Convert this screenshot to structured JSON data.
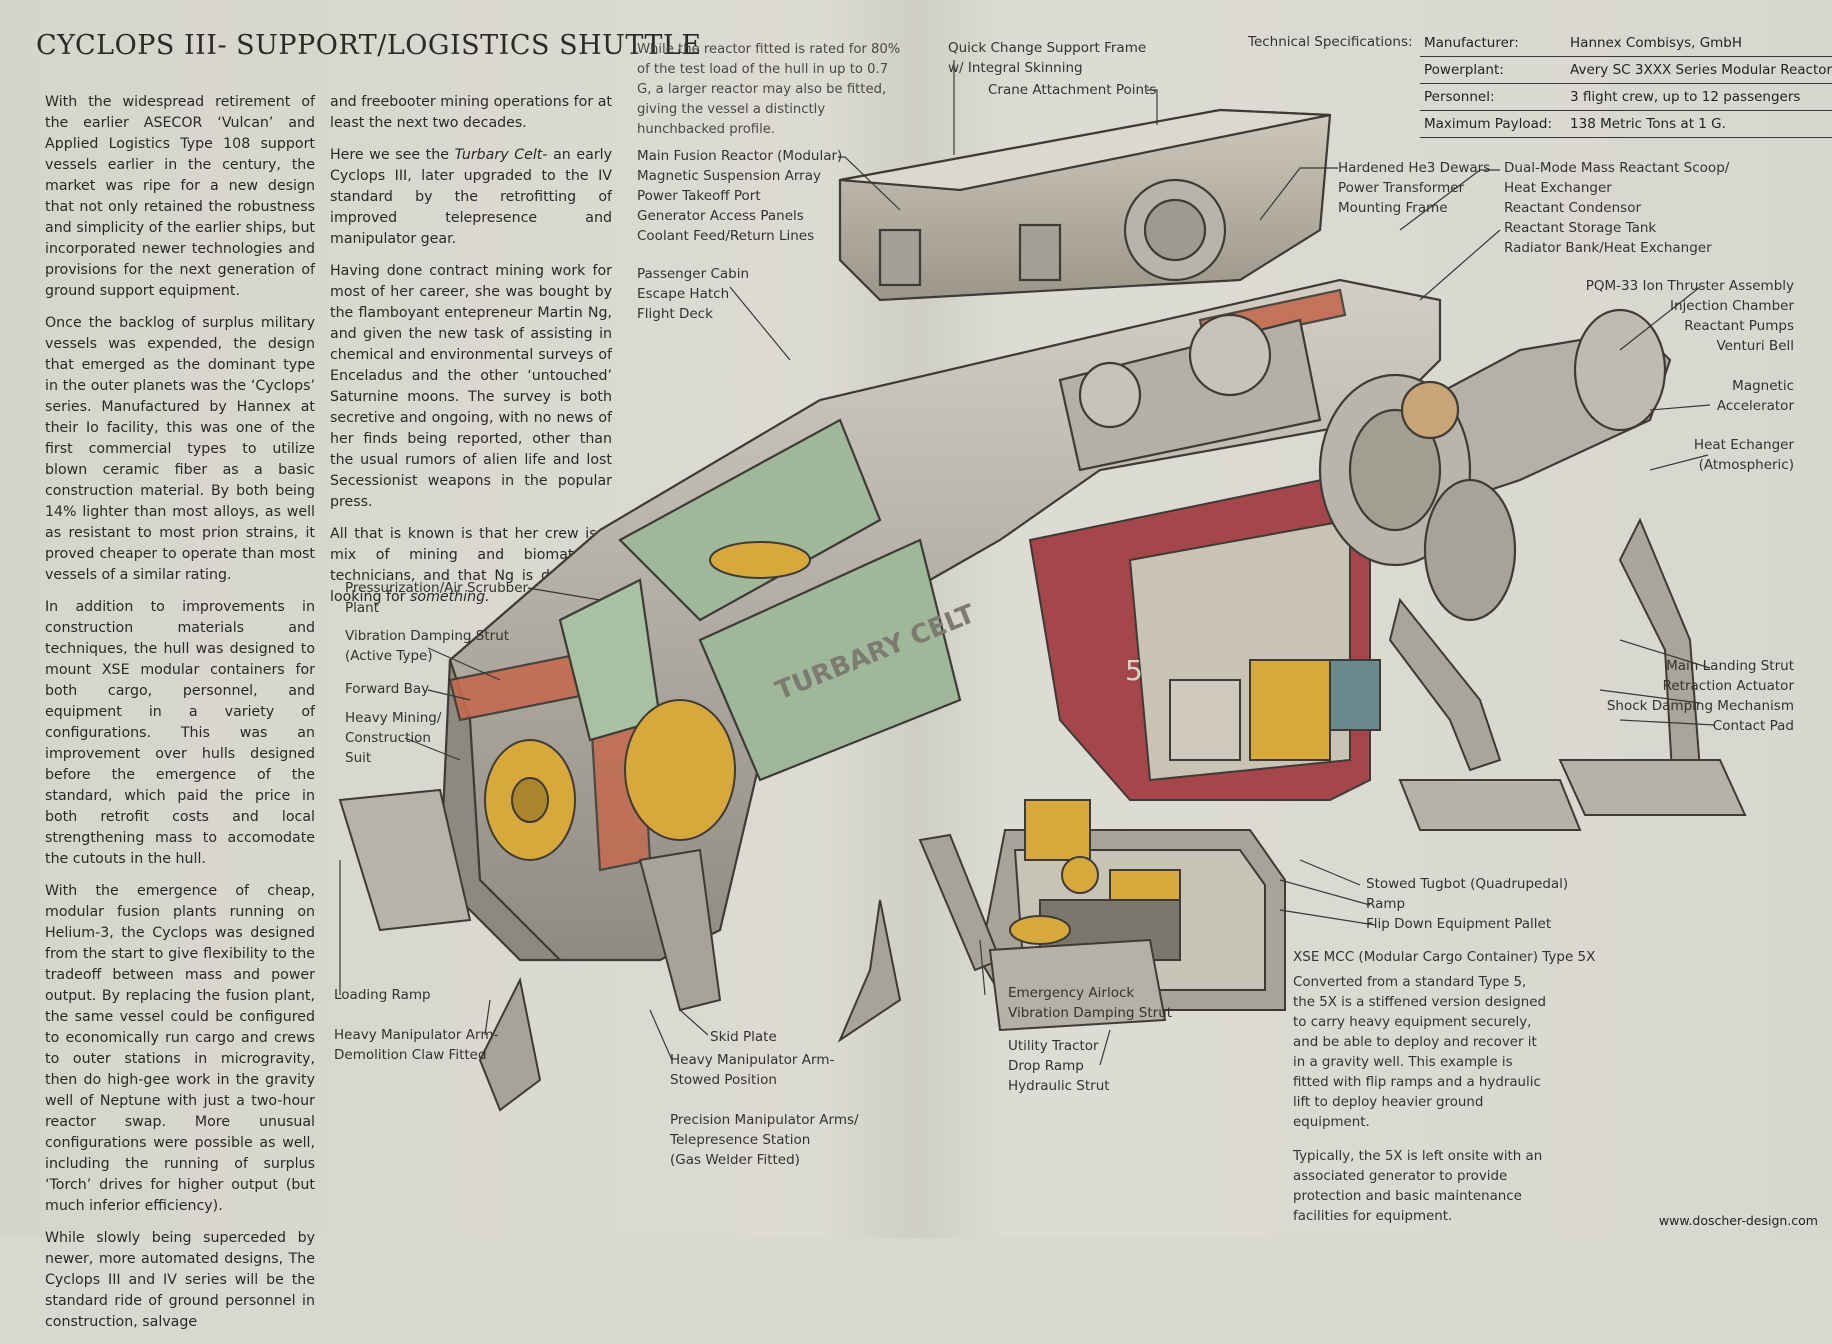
{
  "title": "CYCLOPS III- SUPPORT/LOGISTICS SHUTTLE",
  "column1": [
    "With the widespread retirement of the earlier ASECOR ‘Vulcan’ and Applied Logistics Type 108 support vessels earlier in the century, the market was ripe for a new design that not only retained the robustness and simplicity of the earlier ships, but incorporated newer technologies and provisions for the next generation of ground support equipment.",
    "Once the backlog of surplus military vessels was expended, the design that emerged as the dominant type in the outer planets was the ‘Cyclops’ series. Manufactured by Hannex at their Io facility, this was one of the first commercial types to utilize blown ceramic fiber as a basic construction material. By both being 14% lighter than most alloys, as well as resistant to most prion strains, it proved cheaper to operate than most vessels of a similar rating.",
    "In addition to improvements in construction materials and techniques, the hull was designed to mount XSE modular containers for both cargo, personnel, and equipment in a variety of configurations. This was an improvement over hulls designed before the emergence of the standard, which paid the price in both retrofit costs and local strengthening mass to accomodate the cutouts in the hull.",
    "With the emergence of cheap, modular fusion plants running on Helium-3, the Cyclops was designed from the start to give flexibility to the tradeoff between mass and power output. By replacing the fusion plant, the same vessel could be configured to economically run cargo and crews to outer stations in microgravity, then do high-gee work in the gravity well of Neptune with just a two-hour reactor swap. More unusual configurations were possible as well, including the running of surplus ‘Torch’ drives for higher output (but much inferior efficiency).",
    "While slowly being superceded by newer, more automated designs, The Cyclops III and IV series will be the standard ride of ground personnel in construction, salvage"
  ],
  "column2": {
    "p1": "and freebooter mining operations for at least the next two decades.",
    "p2_pre": "Here we see the ",
    "p2_em": "Turbary Celt",
    "p2_post": "- an early Cyclops III, later upgraded to the IV standard by the retrofitting of improved telepresence and manipulator gear.",
    "p3": "Having done contract mining work for most of her career, she was bought by the flamboyant entepreneur Martin Ng, and given the new task of assisting in chemical and environmental surveys of Enceladus and the other ‘untouched’ Saturnine moons. The survey is both secretive and ongoing, with no news of her finds being reported, other than the usual rumors of alien life and lost Secessionist weapons in the popular press.",
    "p4_pre": "All that is known is that her crew is a mix of mining and biomaterials technicians, and that Ng is definately looking for ",
    "p4_em": "something."
  },
  "footnote": "While the reactor fitted is rated for 80% of the test load of the hull in up to 0.7 G, a larger reactor may also be fitted, giving the vessel a distinctly hunchbacked profile.",
  "specs": {
    "label": "Technical Specifications:",
    "rows": [
      {
        "k": "Manufacturer:",
        "v": "Hannex Combisys, GmbH"
      },
      {
        "k": "Powerplant:",
        "v": "Avery SC 3XXX Series Modular Reactor"
      },
      {
        "k": "Personnel:",
        "v": "3 flight crew, up to 12 passengers"
      },
      {
        "k": "Maximum Payload:",
        "v": "138 Metric Tons at 1 G."
      }
    ]
  },
  "labels": {
    "quick_change": "Quick Change Support Frame",
    "integral_skinning": "w/ Integral Skinning",
    "crane": "Crane Attachment Points",
    "reactor_group": [
      "Main Fusion Reactor (Modular)",
      "Magnetic Suspension Array",
      "Power Takeoff Port",
      "Generator Access Panels",
      "Coolant Feed/Return Lines"
    ],
    "cabin_group": [
      "Passenger Cabin",
      "Escape Hatch",
      "Flight Deck"
    ],
    "dewar_group": [
      "Hardened He3 Dewars",
      "Power Transformer",
      "Mounting Frame"
    ],
    "scoop_group": [
      "Dual-Mode Mass Reactant Scoop/",
      "Heat Exchanger",
      "Reactant Condensor",
      "Reactant Storage Tank",
      "Radiator Bank/Heat Exchanger"
    ],
    "thruster_group": [
      "PQM-33 Ion Thruster Assembly",
      "Injection Chamber",
      "Reactant Pumps",
      "Venturi Bell"
    ],
    "magnetic": [
      "Magnetic",
      "Accelerator"
    ],
    "heat_atmo": [
      "Heat Echanger",
      "(Atmospheric)"
    ],
    "landing_group": [
      "Main Landing Strut",
      "Retraction Actuator",
      "Shock Damping Mechanism",
      "Contact Pad"
    ],
    "pressurization": [
      "Pressurization/Air Scrubber",
      "Plant"
    ],
    "vibration_active": [
      "Vibration Damping Strut",
      "(Active Type)"
    ],
    "forward_bay": "Forward Bay",
    "mining_suit": [
      "Heavy Mining/",
      "Construction",
      "Suit"
    ],
    "loading_ramp": "Loading Ramp",
    "heavy_arm_claw": [
      "Heavy Manipulator Arm-",
      "Demolition Claw Fitted"
    ],
    "skid_plate": "Skid Plate",
    "heavy_arm_stowed": [
      "Heavy Manipulator Arm-",
      "Stowed Position"
    ],
    "precision_group": [
      "Precision Manipulator Arms/",
      "Telepresence Station",
      "(Gas Welder Fitted)"
    ],
    "airlock_group": [
      "Emergency Airlock",
      "Vibration Damping Strut"
    ],
    "tractor_group": [
      "Utility Tractor",
      "Drop Ramp",
      "Hydraulic Strut"
    ],
    "tugbot_group": [
      "Stowed Tugbot (Quadrupedal)",
      "Ramp",
      "Flip Down Equipment Pallet"
    ],
    "ship_name": "TURBARY CELT",
    "hull_number": "5"
  },
  "mcc": {
    "heading": "XSE MCC (Modular Cargo Container) Type 5X",
    "p1": "Converted from a standard Type 5, the 5X is a stiffened version designed to carry heavy equipment securely, and be able to deploy and recover it in a gravity well. This example is fitted with flip ramps and a hydraulic lift to deploy heavier ground equipment.",
    "p2": "Typically, the 5X is left onsite with an associated generator to provide protection and basic maintenance facilities for equipment."
  },
  "url": "www.doscher-design.com",
  "colors": {
    "hull": "#b9b5aa",
    "stripe": "#c46a4f",
    "interior": "#9fb89a",
    "cargo": "#d7a93c",
    "cargo_bay": "#a4464a",
    "ink": "#2a2824"
  }
}
